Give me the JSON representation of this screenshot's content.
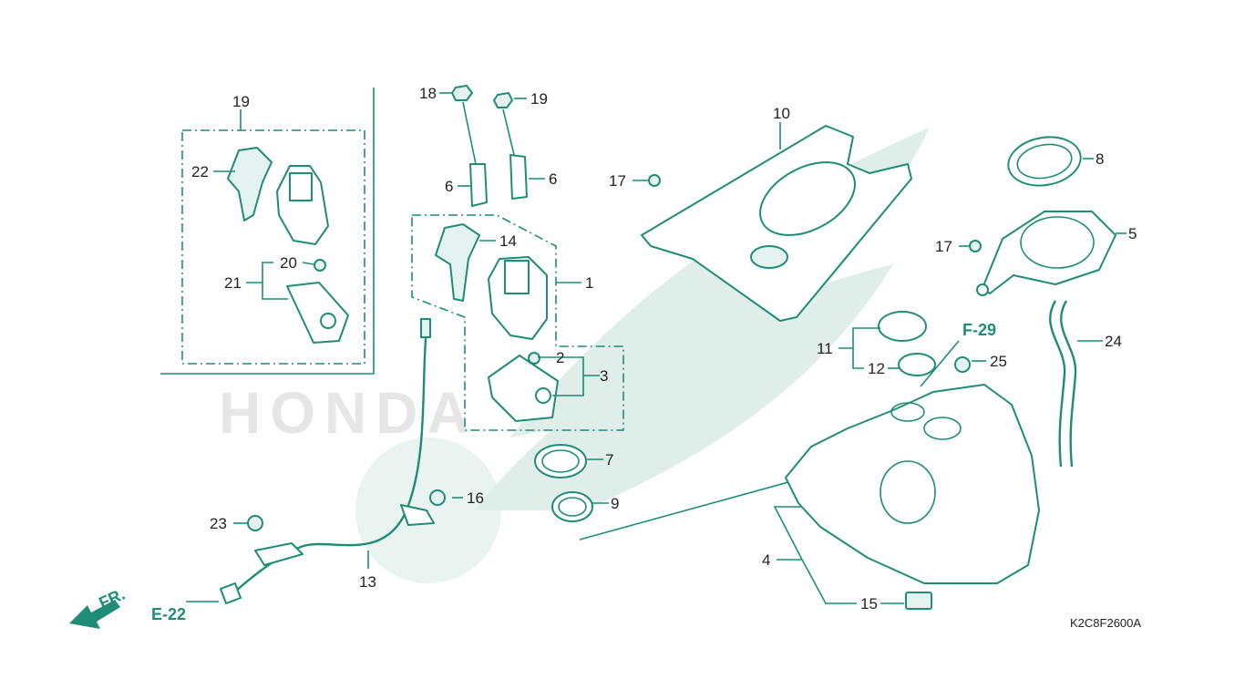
{
  "diagram": {
    "figure_code": "K2C8F2600A",
    "watermark_text": "HONDA",
    "references": {
      "e22": "E-22",
      "f29": "F-29",
      "front": "FR."
    },
    "callouts": [
      "1",
      "2",
      "3",
      "4",
      "5",
      "6",
      "6",
      "7",
      "8",
      "9",
      "10",
      "11",
      "12",
      "13",
      "14",
      "15",
      "16",
      "17",
      "17",
      "18",
      "19",
      "19",
      "20",
      "21",
      "22",
      "23",
      "24",
      "25"
    ],
    "colors": {
      "line": "#1f8c78",
      "text": "#222222",
      "watermark": "#dfeee9"
    }
  }
}
